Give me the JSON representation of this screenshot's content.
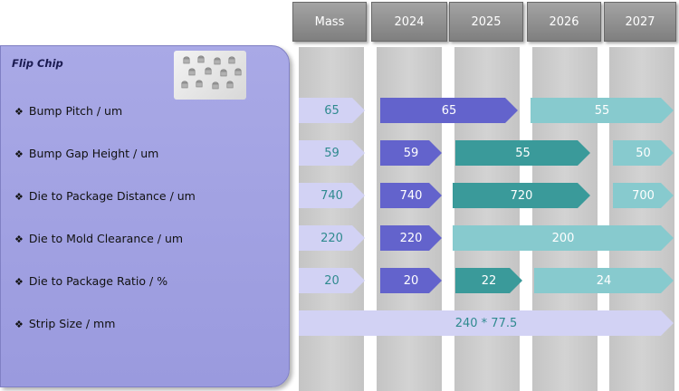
{
  "header": {
    "columns": [
      "Mass",
      "2024",
      "2025",
      "2026",
      "2027"
    ]
  },
  "panel": {
    "title": "Flip Chip",
    "image_icon": "flip-chip-bump-array-image"
  },
  "rows": [
    {
      "label": "Bump Pitch / um",
      "bullet": "❖",
      "segments": [
        "65",
        "65",
        "55"
      ]
    },
    {
      "label": "Bump Gap Height / um",
      "bullet": "❖",
      "segments": [
        "59",
        "59",
        "55",
        "50"
      ]
    },
    {
      "label": "Die to Package Distance / um",
      "bullet": "❖",
      "segments": [
        "740",
        "740",
        "720",
        "700"
      ]
    },
    {
      "label": "Die to Mold Clearance / um",
      "bullet": "❖",
      "segments": [
        "220",
        "220",
        "200"
      ]
    },
    {
      "label": "Die to Package Ratio / %",
      "bullet": "❖",
      "segments": [
        "20",
        "20",
        "22",
        "24"
      ]
    },
    {
      "label": "Strip Size / mm",
      "bullet": "❖",
      "segments": [
        "240 * 77.5"
      ]
    }
  ],
  "colors": {
    "mass": "#d2d2f4",
    "current": "#6363cc",
    "dark_teal": "#3a9a9a",
    "light_teal": "#87cace",
    "panel": "#9e9ee0",
    "header": "#8f8f8f"
  }
}
